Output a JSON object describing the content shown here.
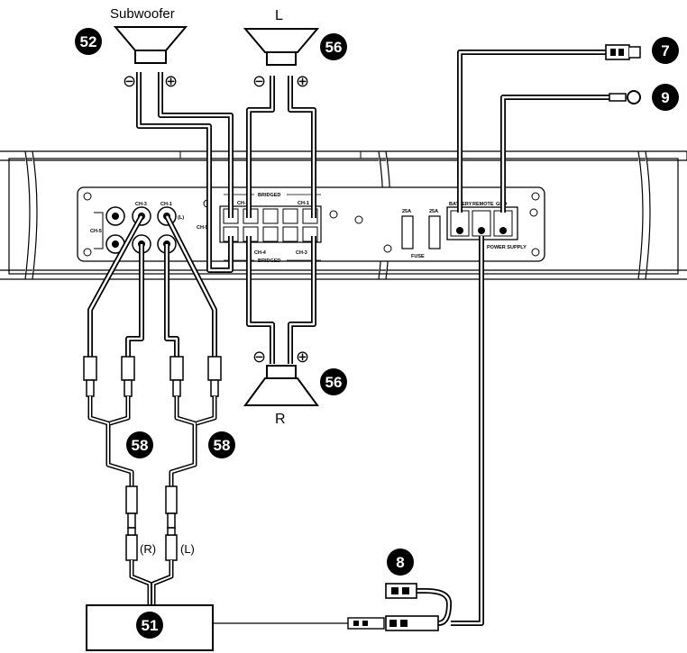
{
  "speakers": {
    "subwoofer": {
      "label": "Subwoofer",
      "callout": "52",
      "minus": "⊖",
      "plus": "⊕"
    },
    "left": {
      "label": "L",
      "callout": "56",
      "minus": "⊖",
      "plus": "⊕"
    },
    "right": {
      "label": "R",
      "callout": "56",
      "minus": "⊖",
      "plus": "⊕"
    }
  },
  "amplifier": {
    "bridged_top": "BRIDGED",
    "bridged_bottom": "BRIDGED",
    "ch1": "CH-1",
    "ch2": "CH-2",
    "ch3": "CH-3",
    "ch4": "CH-4",
    "ch5": "CH-5",
    "rca_ch3": "CH-3",
    "rca_ch1": "CH-1",
    "rca_l": "(L)",
    "ch5_side": "CH-5",
    "battery": "BATTERY",
    "remote": "REMOTE",
    "gnd": "GND",
    "power_supply": "POWER SUPPLY",
    "fuse_label": "FUSE",
    "fuse_a": "25A",
    "fuse_b": "25A"
  },
  "callouts": {
    "battery_lead": "7",
    "ground_lead": "9",
    "remote_lead": "8",
    "y_cable_left": "58",
    "y_cable_right": "58",
    "head_unit": "51"
  },
  "rca_labels": {
    "right": "(R)",
    "left": "(L)"
  },
  "icons": [
    "ring-terminal-icon",
    "spade-terminal-icon",
    "rca-plug-icon",
    "speaker-icon"
  ]
}
